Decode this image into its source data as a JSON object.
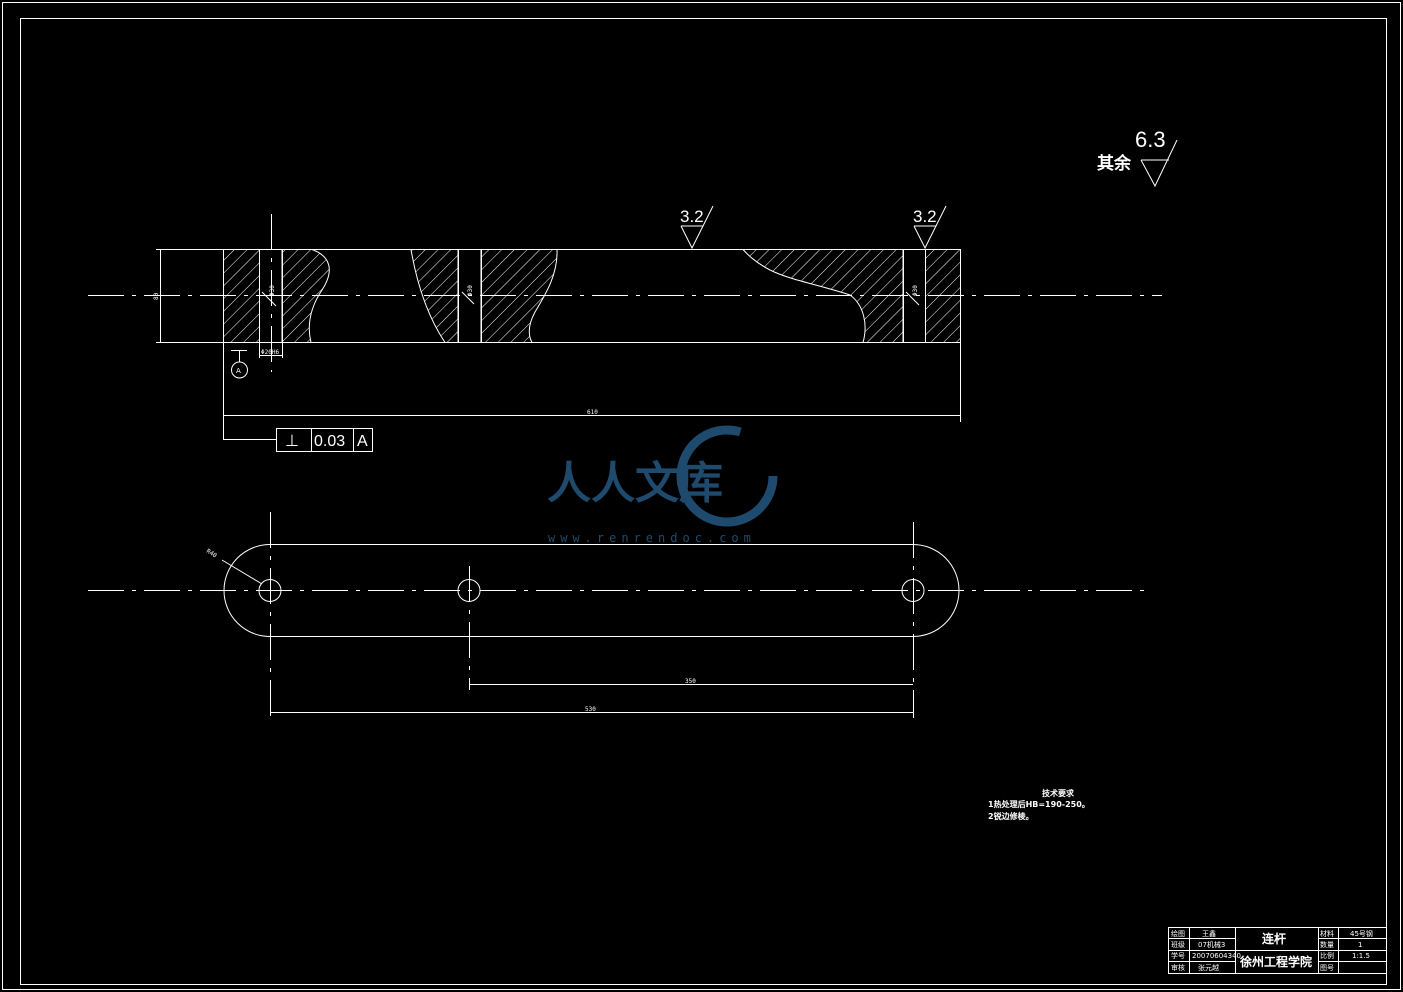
{
  "surface_roughness": {
    "general_label": "其余",
    "general_value": "6.3",
    "top_marks": [
      "3.2",
      "3.2"
    ]
  },
  "dimensions": {
    "height": "80",
    "overall_length": "610",
    "hole_callouts": [
      "Φ30",
      "Φ30",
      "Φ30"
    ],
    "bore_tolerance": "Φ20H6",
    "end_radius": "R40",
    "spacing_short": "350",
    "spacing_long": "530"
  },
  "datum": {
    "letter": "A"
  },
  "tolerance_frame": {
    "symbol": "⊥",
    "value": "0.03",
    "datum": "A"
  },
  "watermark": {
    "text": "人人文库",
    "url": "www.renrendoc.com"
  },
  "tech_requirements": {
    "title": "技术要求",
    "items": [
      "1热处理后HB=190-250。",
      "2锐边修棱。"
    ]
  },
  "title_block": {
    "part_name": "连杆",
    "school": "徐州工程学院",
    "rows": [
      {
        "label": "绘图",
        "value": "王鑫"
      },
      {
        "label": "班级",
        "value": "07机械3"
      },
      {
        "label": "学号",
        "value": "20070604340"
      },
      {
        "label": "审核",
        "value": "张元越"
      }
    ],
    "right_rows": [
      {
        "label": "材料",
        "value": "45号钢"
      },
      {
        "label": "数量",
        "value": "1"
      },
      {
        "label": "比例",
        "value": "1:1.5"
      },
      {
        "label": "图号",
        "value": ""
      }
    ]
  }
}
